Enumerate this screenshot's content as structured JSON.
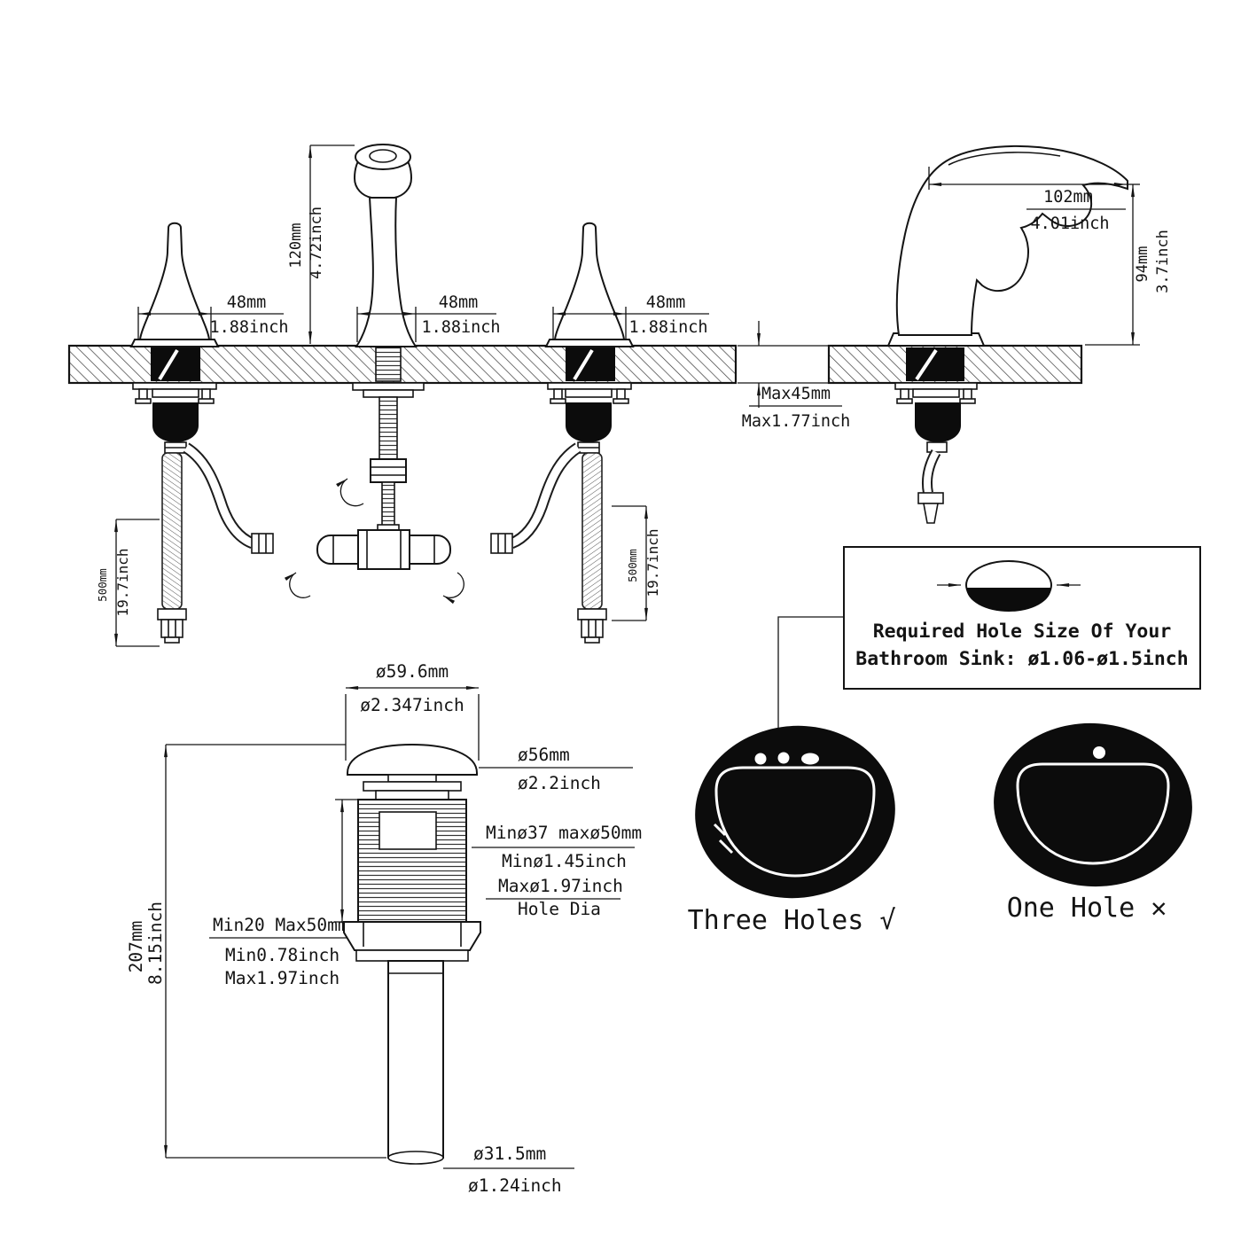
{
  "front_view": {
    "spout_height_mm": "120mm",
    "spout_height_in": "4.72inch",
    "handle_width_mm": "48mm",
    "handle_width_in": "1.88inch",
    "spout_width_mm": "48mm",
    "spout_width_in": "1.88inch",
    "right_handle_width_mm": "48mm",
    "right_handle_width_in": "1.88inch",
    "deck_thickness_mm": "Max45mm",
    "deck_thickness_in": "Max1.77inch",
    "left_hose_length_mm": "500mm",
    "left_hose_length_in": "19.7inch",
    "right_hose_length_mm": "500mm",
    "right_hose_length_in": "19.7inch"
  },
  "side_view": {
    "spout_reach_mm": "102mm",
    "spout_reach_in": "4.01inch",
    "spout_height_mm": "94mm",
    "spout_height_in": "3.7inch"
  },
  "hole_requirement": {
    "line1": "Required Hole Size Of Your",
    "line2": "Bathroom Sink: ø1.06-ø1.5inch"
  },
  "drain": {
    "cap_diameter_mm": "ø59.6mm",
    "cap_diameter_in": "ø2.347inch",
    "flange_diameter_mm": "ø56mm",
    "flange_diameter_in": "ø2.2inch",
    "hole_range_mm": "Minø37 maxø50mm",
    "hole_min_in": "Minø1.45inch",
    "hole_max_in": "Maxø1.97inch",
    "hole_dia_label": "Hole Dia",
    "deck_range_mm": "Min20 Max50mm",
    "deck_min_in": "Min0.78inch",
    "deck_max_in": "Max1.97inch",
    "overall_height_mm": "207mm",
    "overall_height_in": "8.15inch",
    "tailpipe_diameter_mm": "ø31.5mm",
    "tailpipe_diameter_in": "ø1.24inch"
  },
  "compatibility": {
    "three_holes_label": "Three Holes √",
    "one_hole_label": "One Hole ✕"
  }
}
